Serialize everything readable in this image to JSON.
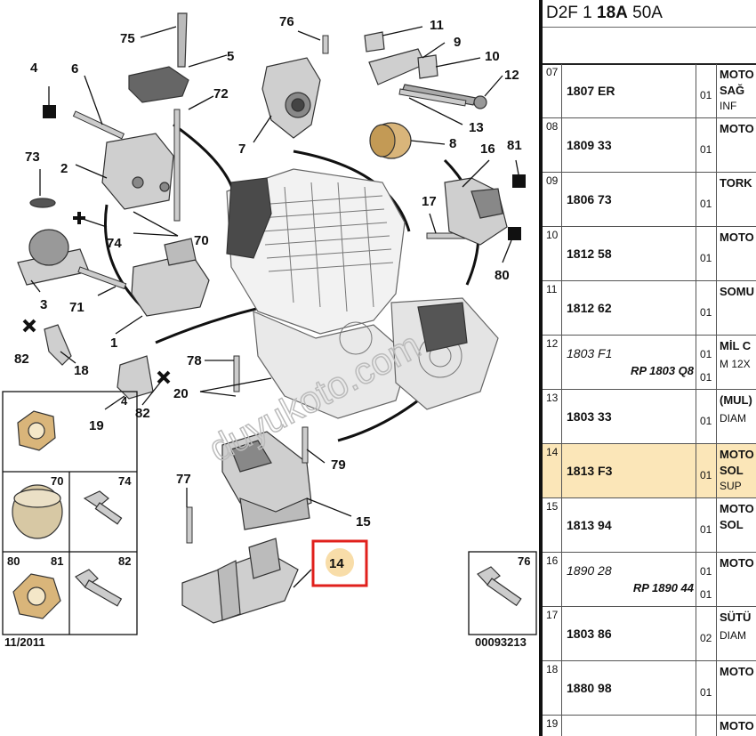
{
  "diagram": {
    "callouts": [
      "1",
      "2",
      "3",
      "4",
      "5",
      "6",
      "7",
      "8",
      "9",
      "10",
      "11",
      "12",
      "13",
      "14",
      "15",
      "16",
      "17",
      "18",
      "19",
      "20",
      "70",
      "71",
      "72",
      "73",
      "74",
      "75",
      "76",
      "77",
      "78",
      "79",
      "80",
      "81",
      "82"
    ],
    "legend": {
      "b4": "4",
      "b70": "70",
      "b74": "74",
      "b80": "80",
      "b81": "81",
      "b82": "82",
      "b76": "76"
    },
    "date_code": "11/2011",
    "drawing_number": "00093213",
    "watermark": "duyukoto.com",
    "highlight_label": "14",
    "highlight_color": "#e0201c"
  },
  "table": {
    "header": {
      "p1": "D2F 1 ",
      "p2": "18A",
      "p3": " 50A"
    },
    "rows": [
      {
        "idx": "07",
        "ref": "1807 ER",
        "qty": "01",
        "d1": "MOTO",
        "d2": "SAĞ",
        "d3": "INF"
      },
      {
        "idx": "08",
        "ref": "1809 33",
        "qty": "01",
        "d1": "MOTO"
      },
      {
        "idx": "09",
        "ref": "1806 73",
        "qty": "01",
        "d1": "TORK"
      },
      {
        "idx": "10",
        "ref": "1812 58",
        "qty": "01",
        "d1": "MOTO"
      },
      {
        "idx": "11",
        "ref": "1812 62",
        "qty": "01",
        "d1": "SOMU"
      },
      {
        "idx": "12",
        "ref": "1803 F1",
        "ref_sub": "RP 1803 Q8",
        "qty": "01",
        "qty2": "01",
        "d1": "MİL C",
        "d2": "M 12X"
      },
      {
        "idx": "13",
        "ref": "1803 33",
        "qty": "01",
        "d1": "(MUL)",
        "d2": "DIAM"
      },
      {
        "idx": "14",
        "ref": "1813 F3",
        "qty": "01",
        "d1": "MOTO",
        "d2": "SOL",
        "d3": "SUP"
      },
      {
        "idx": "15",
        "ref": "1813 94",
        "qty": "01",
        "d1": "MOTO",
        "d2": "SOL"
      },
      {
        "idx": "16",
        "ref": "1890 28",
        "ref_sub": "RP 1890 44",
        "qty": "01",
        "qty2": "01",
        "d1": "MOTO"
      },
      {
        "idx": "17",
        "ref": "1803 86",
        "qty": "02",
        "d1": "SÜTÜ",
        "d2": "DIAM"
      },
      {
        "idx": "18",
        "ref": "1880 98",
        "qty": "01",
        "d1": "MOTO"
      },
      {
        "idx": "19",
        "ref": "",
        "qty": "",
        "d1": "MOTO"
      }
    ],
    "highlight_row_color": "#fbe6b8"
  }
}
